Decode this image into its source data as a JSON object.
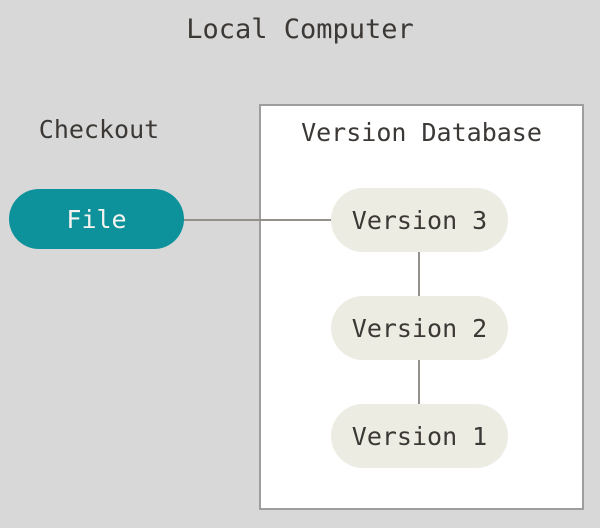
{
  "title": "Local Computer",
  "checkout": {
    "label": "Checkout",
    "file_label": "File"
  },
  "database": {
    "title": "Version Database",
    "versions": [
      "Version 3",
      "Version 2",
      "Version 1"
    ]
  },
  "colors": {
    "background": "#d8d8d8",
    "box-fill": "#ffffff",
    "box-border": "#9e9e9e",
    "accent-teal": "#0d929b",
    "pill-fill": "#edece3",
    "text-dark": "#3b3835",
    "text-light": "#f4f3ef",
    "line": "#94918d"
  }
}
